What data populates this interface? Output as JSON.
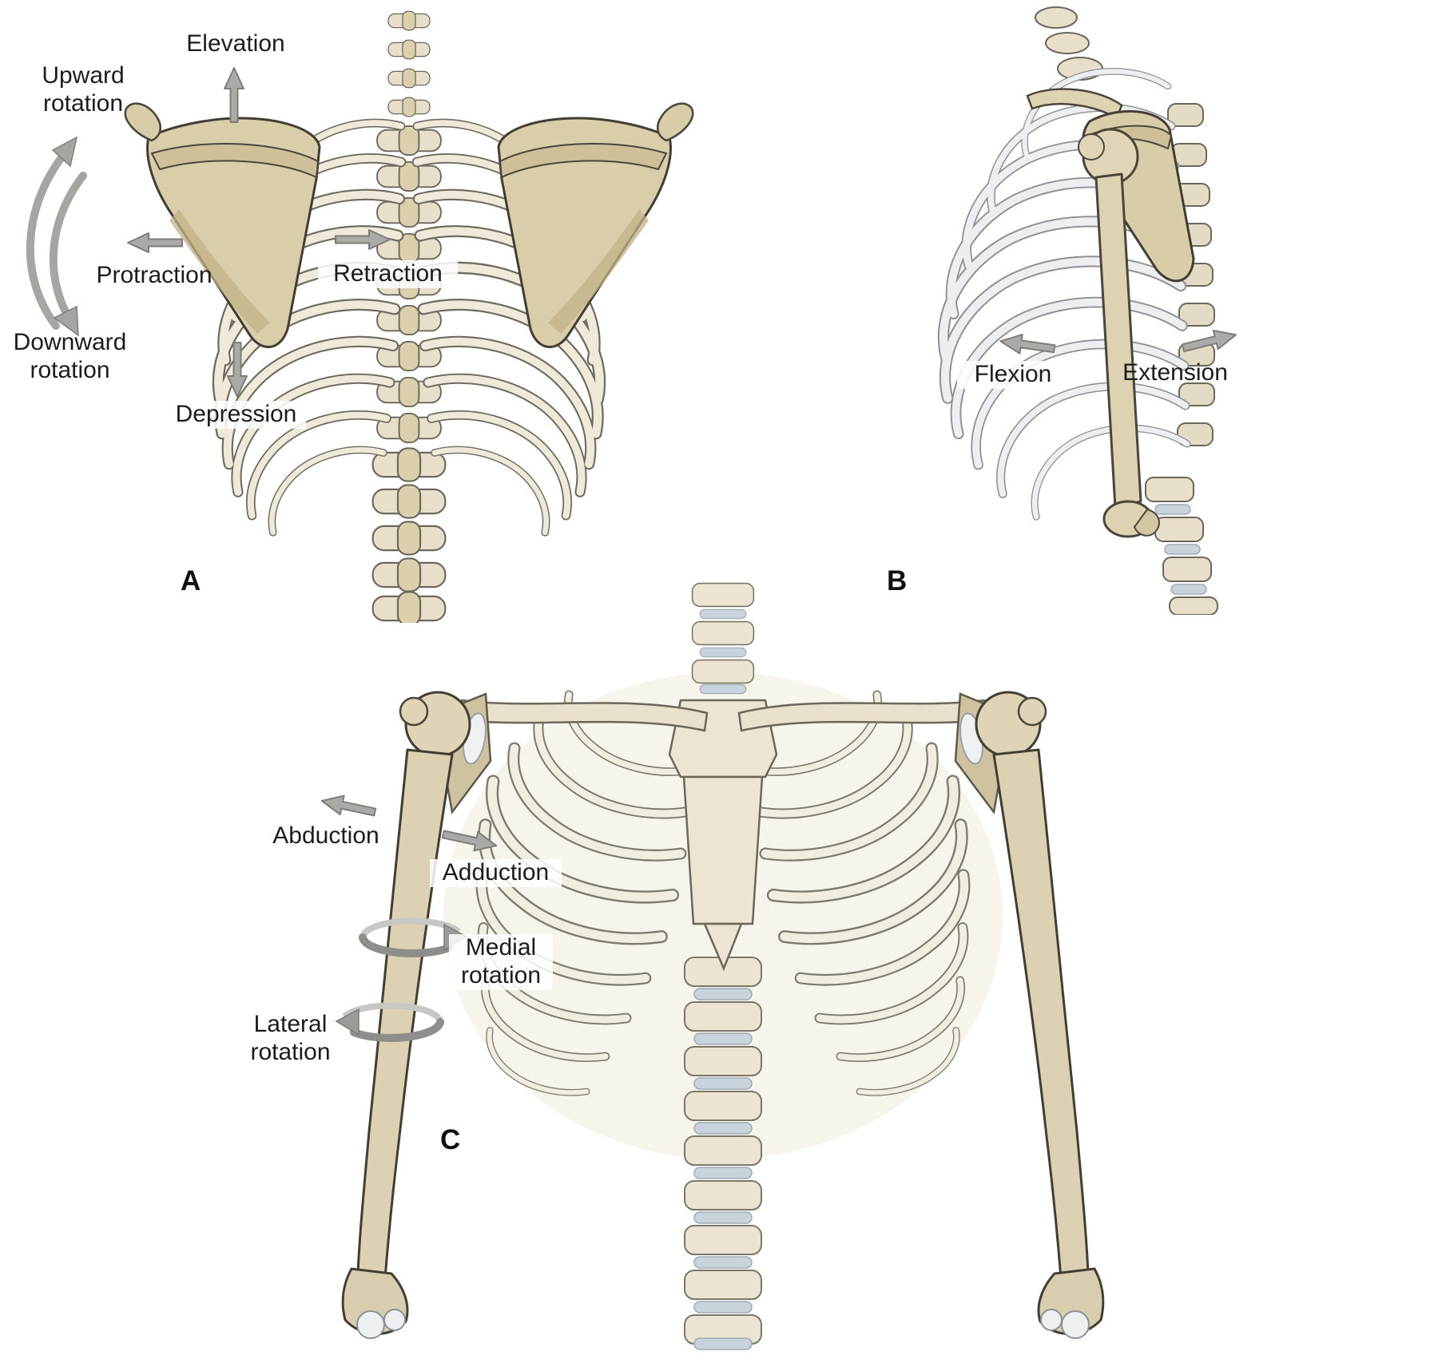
{
  "panelA": {
    "letter": "A",
    "labels": {
      "elevation": "Elevation",
      "upward_rotation": "Upward\nrotation",
      "protraction": "Protraction",
      "retraction": "Retraction",
      "downward_rotation": "Downward\nrotation",
      "depression": "Depression"
    }
  },
  "panelB": {
    "letter": "B",
    "labels": {
      "flexion": "Flexion",
      "extension": "Extension"
    }
  },
  "panelC": {
    "letter": "C",
    "labels": {
      "abduction": "Abduction",
      "adduction": "Adduction",
      "medial_rotation": "Medial\nrotation",
      "lateral_rotation": "Lateral\nrotation"
    }
  },
  "icons": {
    "elevation_arrow": "arrow-up",
    "depression_arrow": "arrow-down",
    "protraction_arrow": "arrow-left",
    "retraction_arrow": "arrow-right",
    "upward_rotation_arrow": "curved-arrow-up",
    "downward_rotation_arrow": "curved-arrow-down",
    "flexion_arrow": "arrow-left",
    "extension_arrow": "arrow-right",
    "abduction_arrow": "arrow-up-left",
    "adduction_arrow": "arrow-down-right",
    "medial_rotation_arrow": "spiral-arrow-right",
    "lateral_rotation_arrow": "spiral-arrow-left"
  },
  "colors": {
    "bone": "#e7dfca",
    "scapula": "#dacda9",
    "rib_highlight": "#efe9da",
    "outline": "#4a463c",
    "arrow": "#abaaa7",
    "disc": "#c9d3db",
    "text": "#1c1c1c",
    "background": "#ffffff"
  }
}
